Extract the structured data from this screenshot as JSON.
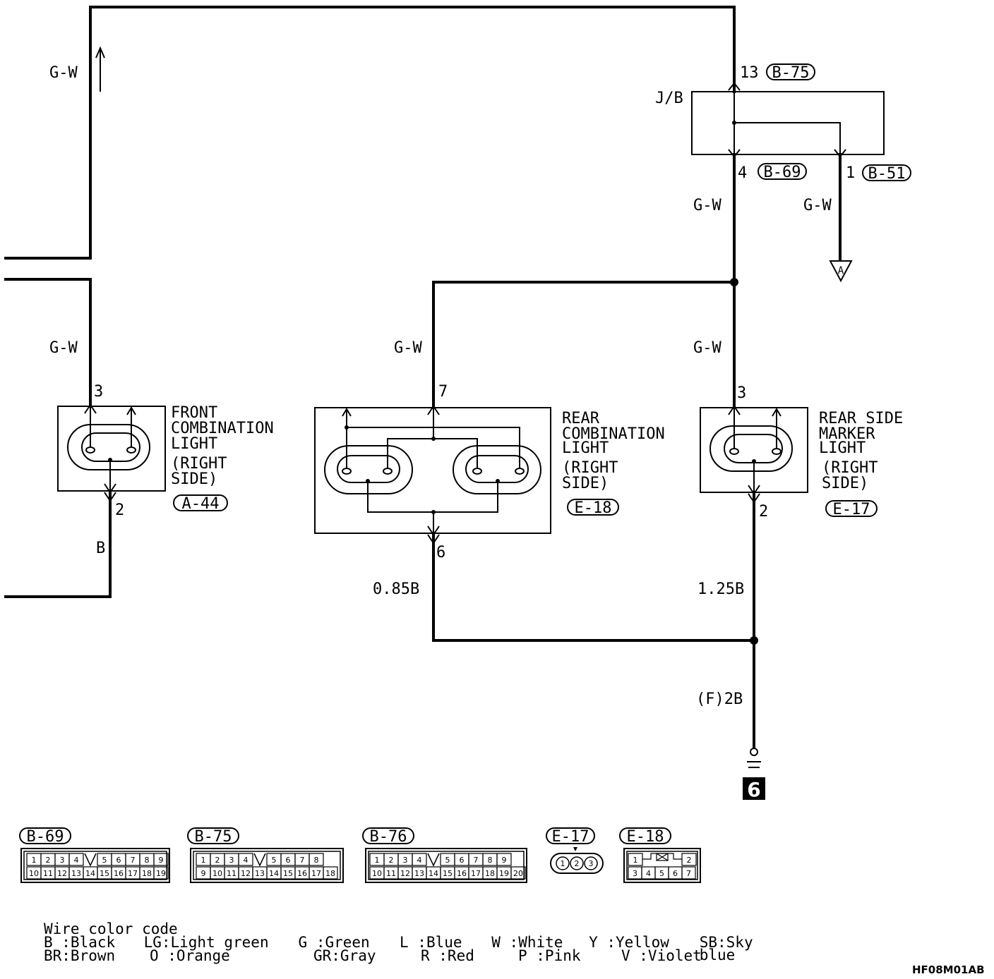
{
  "wires": {
    "gw": "G-W",
    "b": "B",
    "b085": "0.85B",
    "b125": "1.25B",
    "f2b": "(F)2B"
  },
  "junction_block": {
    "label": "J/B",
    "pin_top": "13",
    "conn_top": "B-75",
    "pin_left": "4",
    "conn_left": "B-69",
    "pin_right": "1",
    "conn_right": "B-51",
    "arrow_label": "A"
  },
  "front_light": {
    "lines": [
      "FRONT",
      "COMBINATION",
      "LIGHT",
      "(RIGHT",
      "SIDE)"
    ],
    "connector": "A-44",
    "pin_in": "3",
    "pin_out": "2"
  },
  "rear_light": {
    "lines": [
      "REAR",
      "COMBINATION",
      "LIGHT",
      "(RIGHT",
      "SIDE)"
    ],
    "connector": "E-18",
    "pin_in": "7",
    "pin_out": "6"
  },
  "marker_light": {
    "lines": [
      "REAR SIDE",
      "MARKER",
      "LIGHT",
      "(RIGHT",
      "SIDE)"
    ],
    "connector": "E-17",
    "pin_in": "3",
    "pin_out": "2"
  },
  "ground": {
    "number": "6"
  },
  "connector_views": [
    {
      "id": "B-69",
      "top": [
        "1",
        "2",
        "3",
        "4",
        "",
        "5",
        "6",
        "7",
        "8",
        "9"
      ],
      "bottom": [
        "10",
        "11",
        "12",
        "13",
        "14",
        "15",
        "16",
        "17",
        "18",
        "19"
      ]
    },
    {
      "id": "B-75",
      "top": [
        "1",
        "2",
        "3",
        "4",
        "",
        "5",
        "6",
        "7",
        "8"
      ],
      "bottom": [
        "9",
        "10",
        "11",
        "12",
        "13",
        "14",
        "15",
        "16",
        "17",
        "18"
      ]
    },
    {
      "id": "B-76",
      "top": [
        "1",
        "2",
        "3",
        "4",
        "",
        "5",
        "6",
        "7",
        "8",
        "9"
      ],
      "bottom": [
        "10",
        "11",
        "12",
        "13",
        "14",
        "15",
        "16",
        "17",
        "18",
        "19",
        "20"
      ]
    },
    {
      "id": "E-17",
      "pins": [
        "1",
        "2",
        "3"
      ]
    },
    {
      "id": "E-18",
      "top": [
        "1",
        "2"
      ],
      "bottom": [
        "3",
        "4",
        "5",
        "6",
        "7"
      ]
    }
  ],
  "legend": {
    "title": "Wire color code",
    "row1": [
      "B :Black",
      "LG:Light green",
      "G :Green",
      "L :Blue",
      "W :White",
      "Y :Yellow",
      "SB:Sky blue"
    ],
    "row2": [
      "BR:Brown",
      "O :Orange",
      "GR:Gray",
      "R :Red",
      "P :Pink",
      "V :Violet"
    ]
  },
  "diagram_code": "HF08M01AB"
}
